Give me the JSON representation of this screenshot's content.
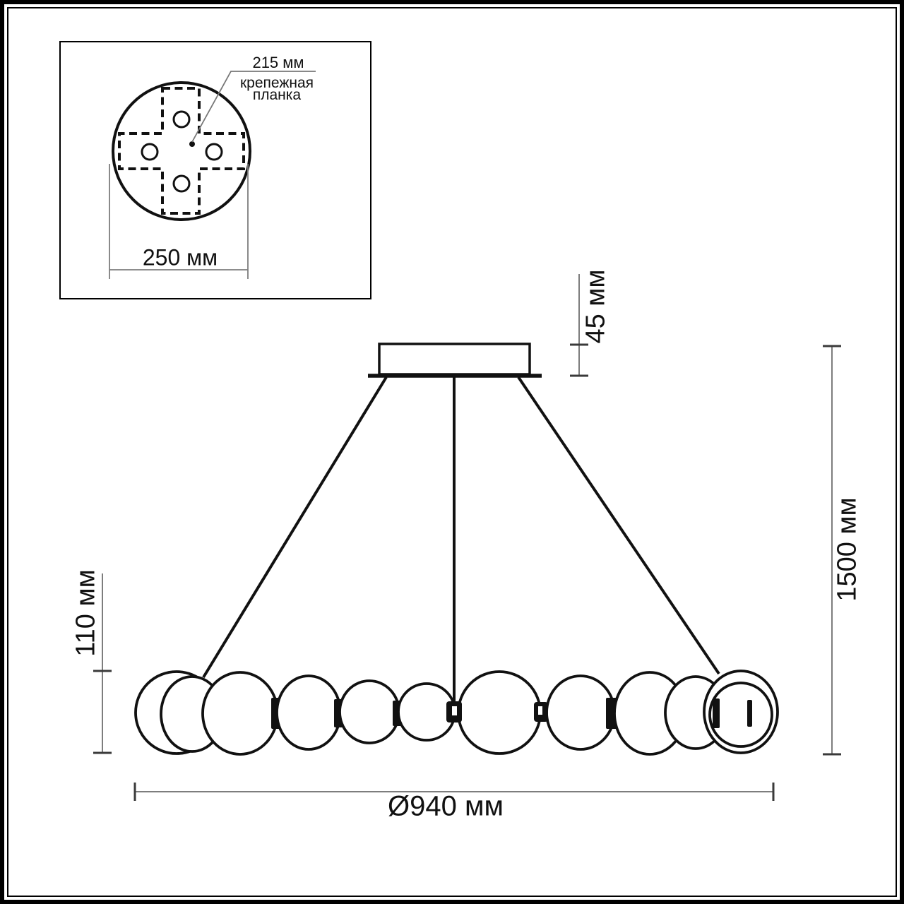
{
  "colors": {
    "line": "#111111",
    "dimension_line": "#7d7d7d",
    "tick": "#3a3a3a",
    "background": "#ffffff"
  },
  "inset": {
    "bracket_width_label": "215 мм",
    "bracket_name_line1": "крепежная",
    "bracket_name_line2": "планка",
    "plate_diameter_label": "250 мм"
  },
  "drawing": {
    "canopy_height_label": "45 мм",
    "overall_height_label": "1500 мм",
    "ring_height_label": "110 мм",
    "ring_diameter_label": "Ø940 мм"
  }
}
